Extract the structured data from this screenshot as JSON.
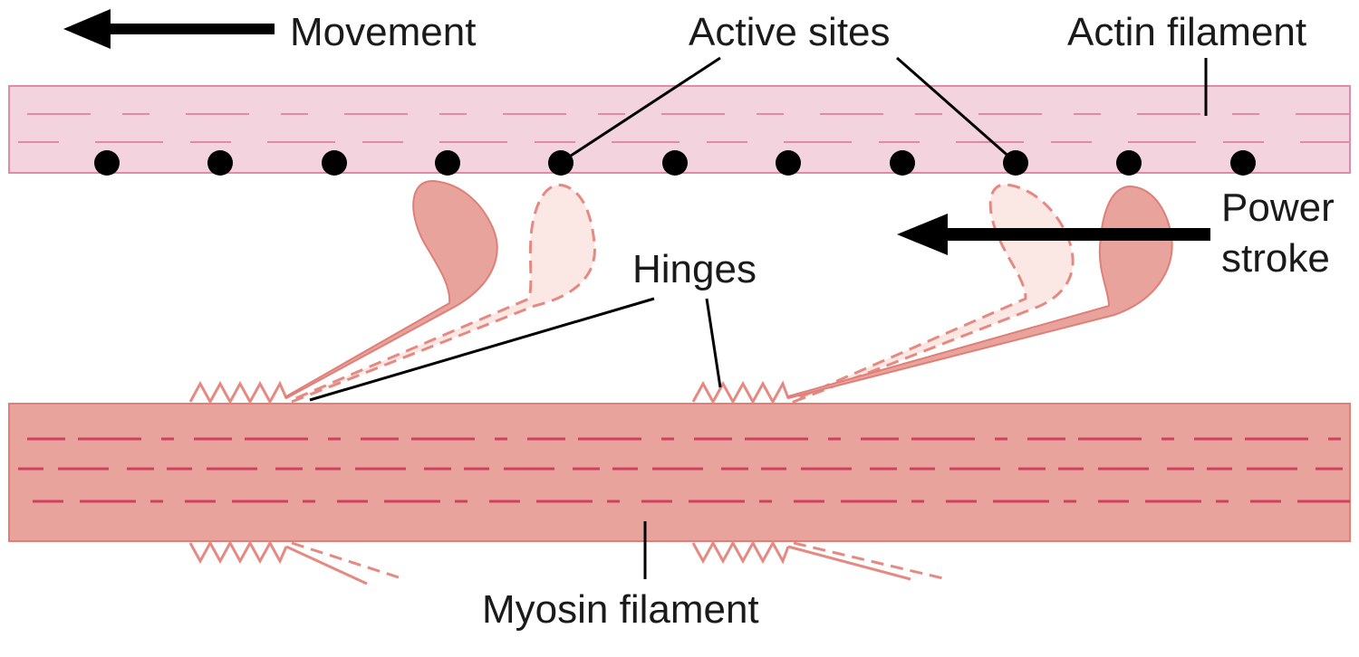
{
  "labels": {
    "movement": "Movement",
    "active_sites": "Active sites",
    "actin_filament": "Actin filament",
    "power": "Power",
    "stroke": "stroke",
    "hinges": "Hinges",
    "myosin_filament": "Myosin filament"
  },
  "colors": {
    "actin_fill": "#f3d3de",
    "actin_edge": "#e08aa8",
    "myosin_fill": "#e8a39c",
    "myosin_dash": "#d0405f",
    "head_solid_fill": "#e8a39c",
    "head_solid_edge": "#e07f78",
    "head_dashed_fill": "#fbe8e4",
    "head_dashed_edge": "#e58a82",
    "arrow": "#000000",
    "leader": "#000000",
    "dot": "#000000"
  },
  "icons": {
    "movement_arrow": "arrow-left",
    "power_stroke_arrow": "arrow-left"
  }
}
